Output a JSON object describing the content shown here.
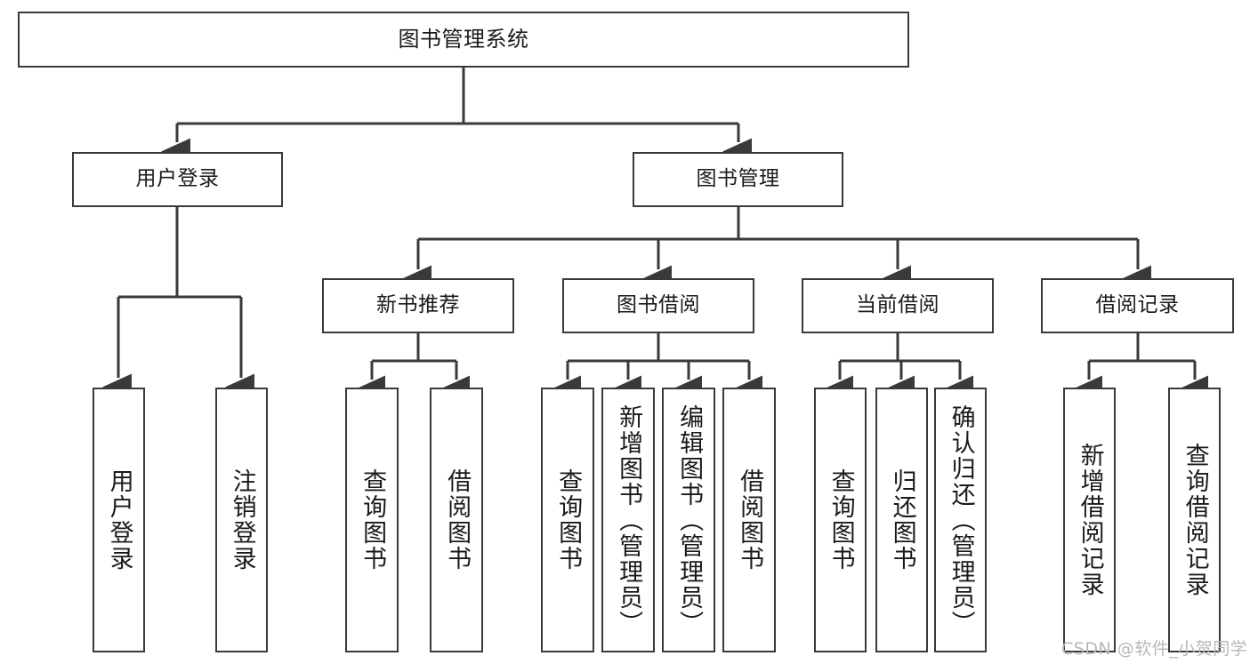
{
  "diagram": {
    "title": "图书管理系统",
    "type": "tree-structure-chart",
    "watermark": "CSDN @软件_小贺同学",
    "colors": {
      "box_border": "#3a3a3a",
      "box_fill": "#ffffff",
      "connector": "#3a3a3a",
      "text": "#1a1a1a",
      "watermark": "#b7b7b7",
      "background": "#ffffff"
    },
    "nodes": {
      "root": {
        "label": "图书管理系统"
      },
      "level2": [
        {
          "label": "用户登录"
        },
        {
          "label": "图书管理"
        }
      ],
      "level3": [
        {
          "label": "新书推荐"
        },
        {
          "label": "图书借阅"
        },
        {
          "label": "当前借阅"
        },
        {
          "label": "借阅记录"
        }
      ],
      "leaves": {
        "user_login": [
          {
            "label": "用户登录"
          },
          {
            "label": "注销登录"
          }
        ],
        "new_book_recommend": [
          {
            "label": "查询图书"
          },
          {
            "label": "借阅图书"
          }
        ],
        "book_borrow": [
          {
            "label": "查询图书"
          },
          {
            "label": "新增图书（管理员）"
          },
          {
            "label": "编辑图书（管理员）"
          },
          {
            "label": "借阅图书"
          }
        ],
        "current_borrow": [
          {
            "label": "查询图书"
          },
          {
            "label": "归还图书"
          },
          {
            "label": "确认归还（管理员）"
          }
        ],
        "borrow_record": [
          {
            "label": "新增借阅记录"
          },
          {
            "label": "查询借阅记录"
          }
        ]
      }
    }
  }
}
